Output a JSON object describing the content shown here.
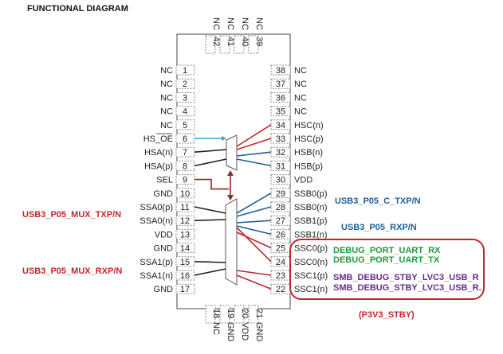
{
  "title": "FUNCTIONAL DIAGRAM",
  "colors": {
    "red": "#c0272d",
    "blue": "#1f5f96",
    "cyan": "#2aa7d6",
    "green": "#1f9a3a",
    "purple": "#6a2a8a",
    "dark_red": "#8b2a22",
    "box": "#c0272d"
  },
  "top_pins": [
    {
      "num": "42",
      "label": "NC"
    },
    {
      "num": "41",
      "label": "NC"
    },
    {
      "num": "40",
      "label": "NC"
    },
    {
      "num": "39",
      "label": "NC"
    }
  ],
  "left_pins": [
    {
      "num": "1",
      "label": "NC"
    },
    {
      "num": "2",
      "label": "NC"
    },
    {
      "num": "3",
      "label": "NC"
    },
    {
      "num": "4",
      "label": "NC"
    },
    {
      "num": "5",
      "label": "NC"
    },
    {
      "num": "6",
      "label": "HS_OE"
    },
    {
      "num": "7",
      "label": "HSA(n)"
    },
    {
      "num": "8",
      "label": "HSA(p)"
    },
    {
      "num": "9",
      "label": "SEL"
    },
    {
      "num": "10",
      "label": "GND"
    },
    {
      "num": "11",
      "label": "SSA0(p)"
    },
    {
      "num": "12",
      "label": "SSA0(n)"
    },
    {
      "num": "13",
      "label": "VDD"
    },
    {
      "num": "14",
      "label": "GND"
    },
    {
      "num": "15",
      "label": "SSA1(p)"
    },
    {
      "num": "16",
      "label": "SSA1(n)"
    },
    {
      "num": "17",
      "label": "GND"
    }
  ],
  "right_pins": [
    {
      "num": "38",
      "label": "NC"
    },
    {
      "num": "37",
      "label": "NC"
    },
    {
      "num": "36",
      "label": "NC"
    },
    {
      "num": "35",
      "label": "NC"
    },
    {
      "num": "34",
      "label": "HSC(n)"
    },
    {
      "num": "33",
      "label": "HSC(p)"
    },
    {
      "num": "32",
      "label": "HSB(n)"
    },
    {
      "num": "31",
      "label": "HSB(p)"
    },
    {
      "num": "30",
      "label": "VDD"
    },
    {
      "num": "29",
      "label": "SSB0(p)"
    },
    {
      "num": "28",
      "label": "SSB0(n)"
    },
    {
      "num": "27",
      "label": "SSB1(p)"
    },
    {
      "num": "26",
      "label": "SSB1(n)"
    },
    {
      "num": "25",
      "label": "SSC0(p)"
    },
    {
      "num": "24",
      "label": "SSC0(n)"
    },
    {
      "num": "23",
      "label": "SSC1(p)"
    },
    {
      "num": "22",
      "label": "SSC1(n)"
    }
  ],
  "bottom_pins": [
    {
      "num": "18",
      "label": "NC"
    },
    {
      "num": "19",
      "label": "GND"
    },
    {
      "num": "20",
      "label": "VDD"
    },
    {
      "num": "21",
      "label": "GND"
    }
  ],
  "annotations": {
    "usb3_mux_txp": "USB3_P05_MUX_TXP/N",
    "usb3_mux_rxp": "USB3_P05_MUX_RXP/N",
    "usb3_c_txp": "USB3_P05_C_TXP/N",
    "usb3_rxp": "USB3_P05_RXP/N",
    "debug_rx": "DEBUG_PORT_UART_RX",
    "debug_tx": "DEBUG_PORT_UART_TX",
    "smb_1": "SMB_DEBUG_STBY_LVC3_USB_R",
    "smb_2": "SMB_DEBUG_STBY_LVC3_USB_R.",
    "p3v3": "(P3V3_STBY)"
  }
}
